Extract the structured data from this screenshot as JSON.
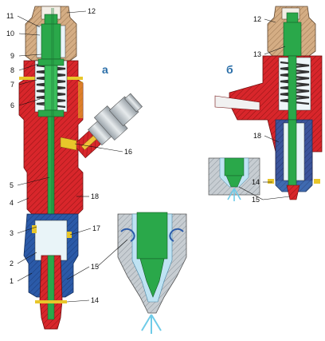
{
  "views": {
    "a": "а",
    "b": "б"
  },
  "labels_a": [
    "11",
    "12",
    "10",
    "9",
    "8",
    "7",
    "6",
    "16",
    "5",
    "4",
    "18",
    "3",
    "17",
    "2",
    "1",
    "15",
    "14"
  ],
  "labels_b": [
    "12",
    "13",
    "18",
    "14",
    "15"
  ],
  "colors": {
    "housing_red": "#d8262b",
    "nozzle_blue": "#2b5aa8",
    "needle_green": "#2aa84a",
    "fitting_grey": "#bcc3c8",
    "cap_tan": "#c8a27a",
    "fuel_light": "#bfe3f3",
    "seal_yellow": "#e8c62a"
  }
}
